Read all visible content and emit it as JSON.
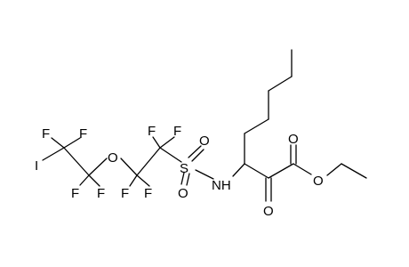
{
  "atoms": {
    "i": "I",
    "f1": "F",
    "f2": "F",
    "f3": "F",
    "f4": "F",
    "o_ether": "O",
    "f5": "F",
    "f6": "F",
    "f7": "F",
    "f8": "F",
    "s": "S",
    "o_s1": "O",
    "o_s2": "O",
    "nh": "NH",
    "o_ester_carbonyl": "O",
    "o_ester": "O",
    "o_ketone": "O"
  }
}
